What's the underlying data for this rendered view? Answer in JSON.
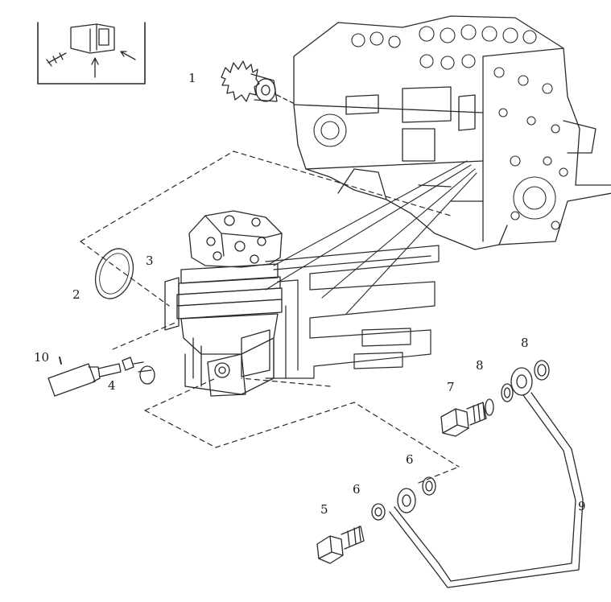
{
  "diagram": {
    "type": "exploded-parts-view",
    "line_color": "#2a2a2a",
    "background": "#ffffff",
    "parts": [
      {
        "id": "p1",
        "label": "1",
        "name": "gear-icon"
      },
      {
        "id": "p2",
        "label": "2",
        "name": "gasket-ring-icon"
      },
      {
        "id": "p3",
        "label": "3",
        "name": "o-ring-icon"
      },
      {
        "id": "p4",
        "label": "4",
        "name": "plug-icon"
      },
      {
        "id": "p5",
        "label": "5",
        "name": "banjo-bolt-icon"
      },
      {
        "id": "p6a",
        "label": "6",
        "name": "seal-washer-icon"
      },
      {
        "id": "p6b",
        "label": "6",
        "name": "seal-washer-icon"
      },
      {
        "id": "p7",
        "label": "7",
        "name": "banjo-bolt-icon"
      },
      {
        "id": "p8a",
        "label": "8",
        "name": "seal-washer-icon"
      },
      {
        "id": "p8b",
        "label": "8",
        "name": "seal-washer-icon"
      },
      {
        "id": "p9",
        "label": "9",
        "name": "pipe-icon"
      },
      {
        "id": "p10",
        "label": "10",
        "name": "sealant-tube-icon"
      }
    ]
  }
}
